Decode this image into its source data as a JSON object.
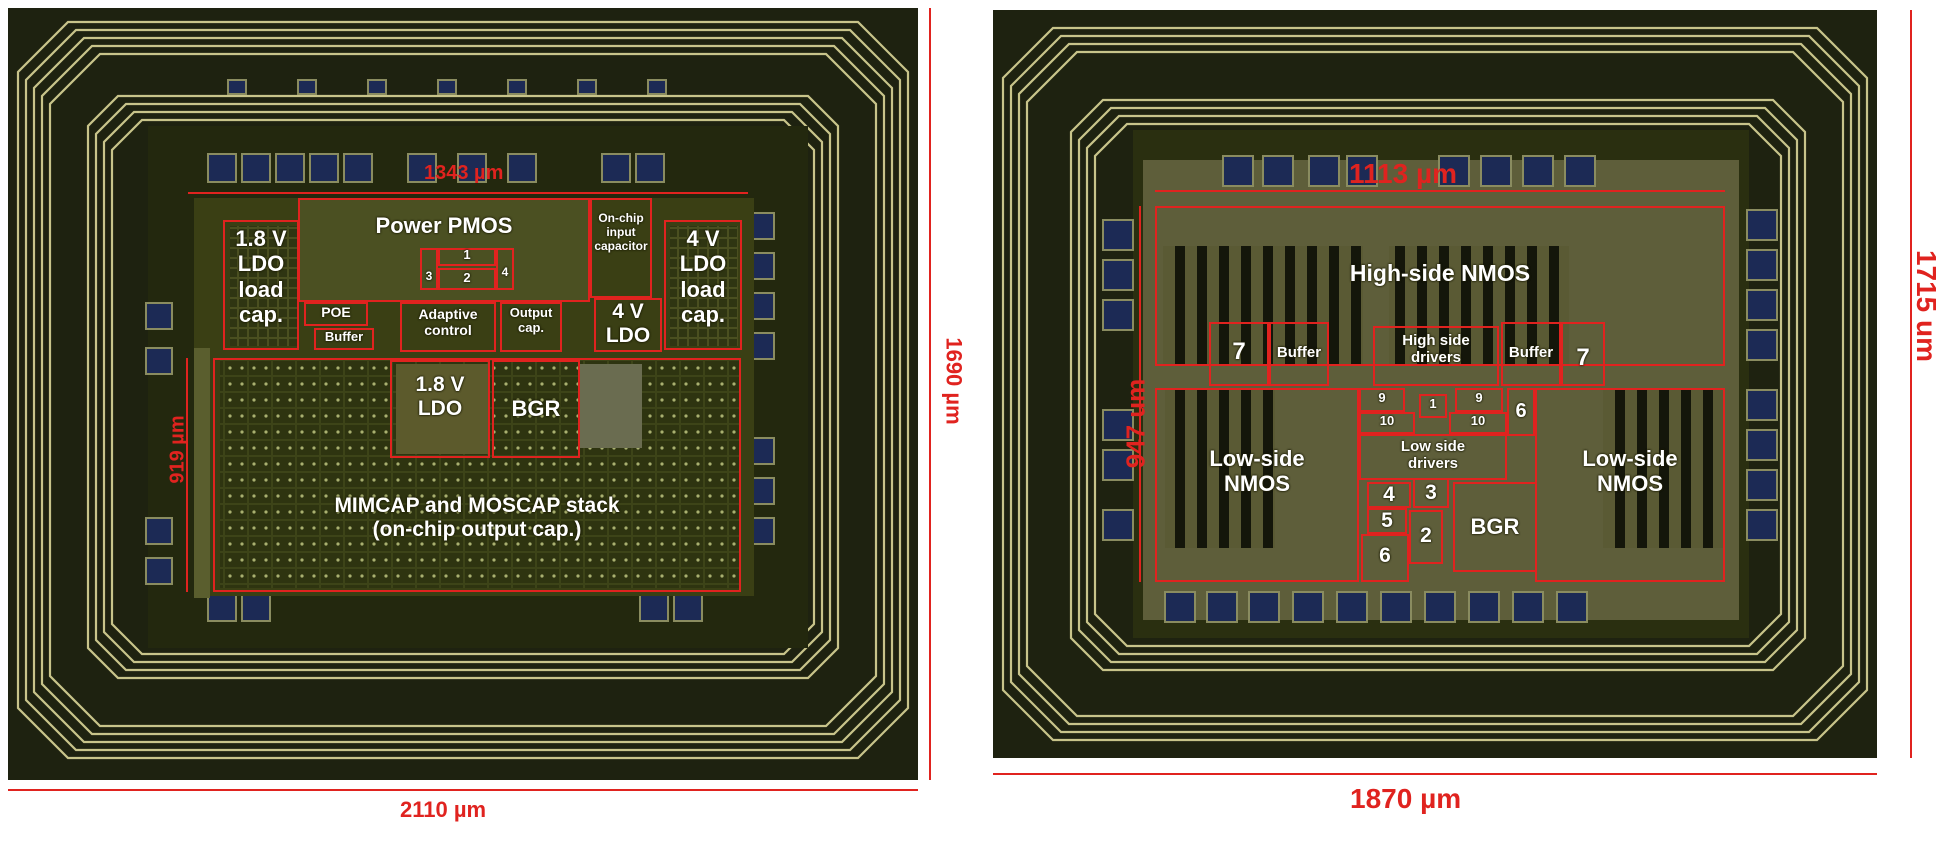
{
  "colors": {
    "annotation": "#e0231f",
    "label": "#ffffff"
  },
  "left_die": {
    "dims": {
      "width": "2110 µm",
      "height": "1690 µm",
      "core_width": "1343 µm",
      "core_height": "919 µm"
    },
    "blocks": {
      "ldo18_cap": "1.8 V\nLDO\nload\ncap.",
      "power_pmos": "Power PMOS",
      "sub1": "1",
      "sub2": "2",
      "sub3": "3",
      "sub4": "4",
      "poe": "POE",
      "buffer": "Buffer",
      "adaptive": "Adaptive\ncontrol",
      "output_cap": "Output\ncap.",
      "onchip_input": "On-chip\ninput\ncapacitor",
      "ldo4": "4 V\nLDO",
      "ldo4_cap": "4 V\nLDO\nload\ncap.",
      "ldo18": "1.8 V\nLDO",
      "bgr": "BGR",
      "mimcap": "MIMCAP and MOSCAP stack\n(on-chip output cap.)"
    }
  },
  "right_die": {
    "dims": {
      "width": "1870 µm",
      "height": "1715 um",
      "core_width": "1113 µm",
      "core_height": "947 um"
    },
    "blocks": {
      "high_nmos": "High-side NMOS",
      "seven_l": "7",
      "seven_r": "7",
      "buffer_l": "Buffer",
      "buffer_r": "Buffer",
      "high_drivers": "High side\ndrivers",
      "nine_l": "9",
      "ten_l": "10",
      "one": "1",
      "nine_r": "9",
      "ten_r": "10",
      "six_r": "6",
      "low_drivers": "Low side\ndrivers",
      "low_nmos_l": "Low-side\nNMOS",
      "low_nmos_r": "Low-side\nNMOS",
      "four": "4",
      "three": "3",
      "five": "5",
      "two": "2",
      "six": "6",
      "bgr": "BGR"
    }
  }
}
